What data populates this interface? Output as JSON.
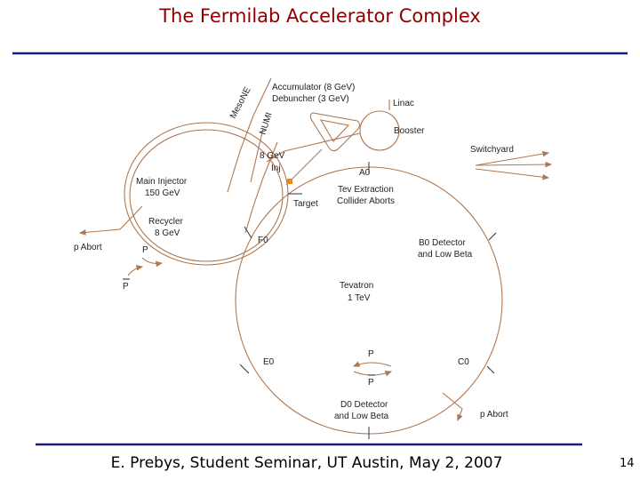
{
  "title": "The Fermilab Accelerator Complex",
  "footer": "E. Prebys, Student Seminar, UT Austin, May 2, 2007",
  "page_number": "14",
  "colors": {
    "title": "#8b0000",
    "title_rule": "#1a1a7a",
    "footer_rule": "#1a1a7a",
    "beamline": "#b07850",
    "target": "#e08a20"
  },
  "labels": {
    "accumulator": "Accumulator (8 GeV)",
    "debuncher": "Debuncher (3 GeV)",
    "linac": "Linac",
    "booster": "Booster",
    "switchyard": "Switchyard",
    "meson": "MesoNE",
    "numi": "NUMI",
    "inj_energy": "8 GeV",
    "inj": "Inj",
    "a0": "A0",
    "tev_extraction": "Tev Extraction",
    "collider_aborts": "Collider Aborts",
    "target": "Target",
    "main_injector": "Main Injector",
    "main_injector_energy": "150 GeV",
    "recycler": "Recycler",
    "recycler_energy": "8 GeV",
    "f0": "F0",
    "b0_detector": "B0 Detector",
    "b0_low_beta": "and Low Beta",
    "p_abort_left": "p Abort",
    "p_left": "P",
    "pbar_left": "P",
    "tevatron": "Tevatron",
    "tevatron_energy": "1 TeV",
    "e0": "E0",
    "c0": "C0",
    "p_center": "P",
    "pbar_center": "P",
    "d0_detector": "D0 Detector",
    "d0_low_beta": "and Low Beta",
    "p_abort_right": "p Abort"
  }
}
